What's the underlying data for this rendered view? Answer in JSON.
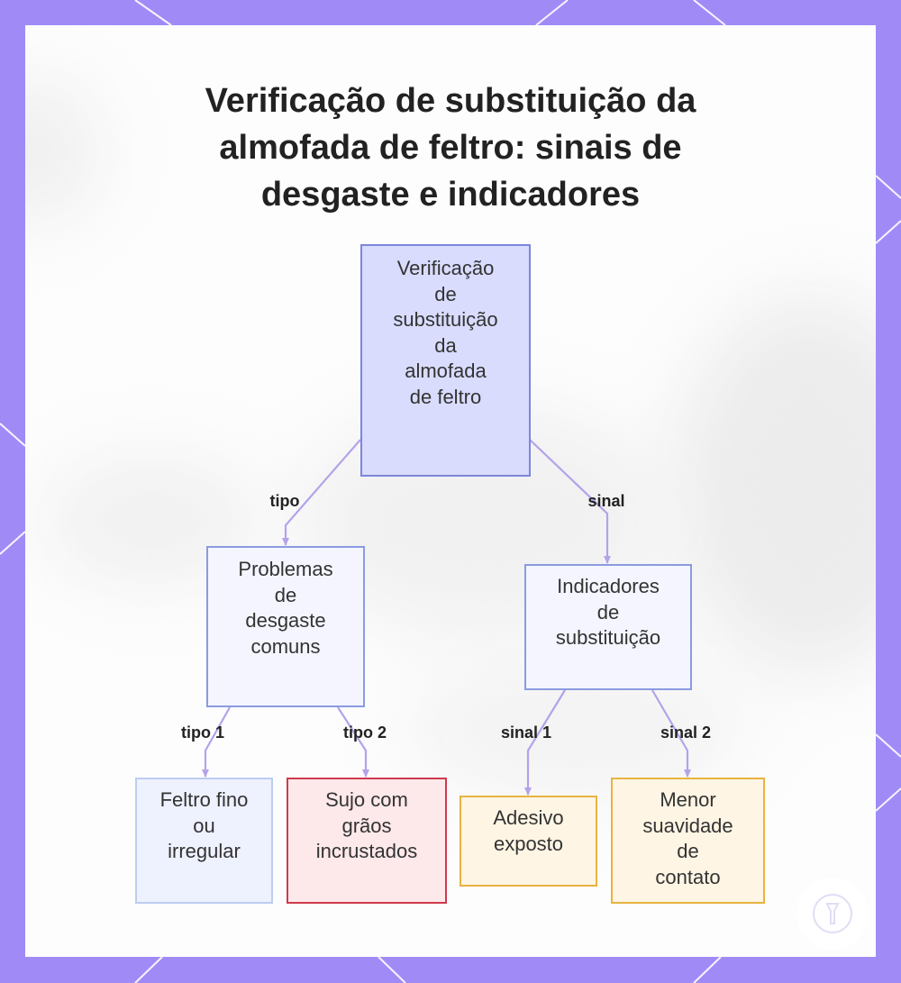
{
  "title": {
    "line1": "Verificação de substituição da",
    "line2": "almofada de feltro: sinais de",
    "line3": "desgaste e indicadores"
  },
  "nodes": {
    "root": [
      "Verificação",
      "de",
      "substituição",
      "da",
      "almofada",
      "de feltro"
    ],
    "common_wear": [
      "Problemas",
      "de",
      "desgaste",
      "comuns"
    ],
    "replacement_indicators": [
      "Indicadores",
      "de",
      "substituição"
    ],
    "thin_felt": [
      "Feltro fino",
      "ou",
      "irregular"
    ],
    "dirty_felt": [
      "Sujo com",
      "grãos",
      "incrustados"
    ],
    "exposed_adhesive": [
      "Adesivo",
      "exposto"
    ],
    "less_smooth": [
      "Menor",
      "suavidade",
      "de",
      "contato"
    ]
  },
  "edges": {
    "tipo": "tipo",
    "sinal": "sinal",
    "tipo1": "tipo 1",
    "tipo2": "tipo 2",
    "sinal1": "sinal 1",
    "sinal2": "sinal 2"
  },
  "colors": {
    "frame": "#a08bf6",
    "edge": "#b4a2ea",
    "root_fill": "#d9dcfd",
    "root_border": "#7b86dc",
    "level2_fill": "#f4f5fe",
    "level2_border": "#8a9be0",
    "blue_leaf_fill": "#eef1fe",
    "blue_leaf_border": "#bccdf1",
    "red_leaf_fill": "#fde8ea",
    "red_leaf_border": "#cf3a4c",
    "yellow_leaf_fill": "#fef5e4",
    "yellow_leaf_border": "#e8b341"
  }
}
